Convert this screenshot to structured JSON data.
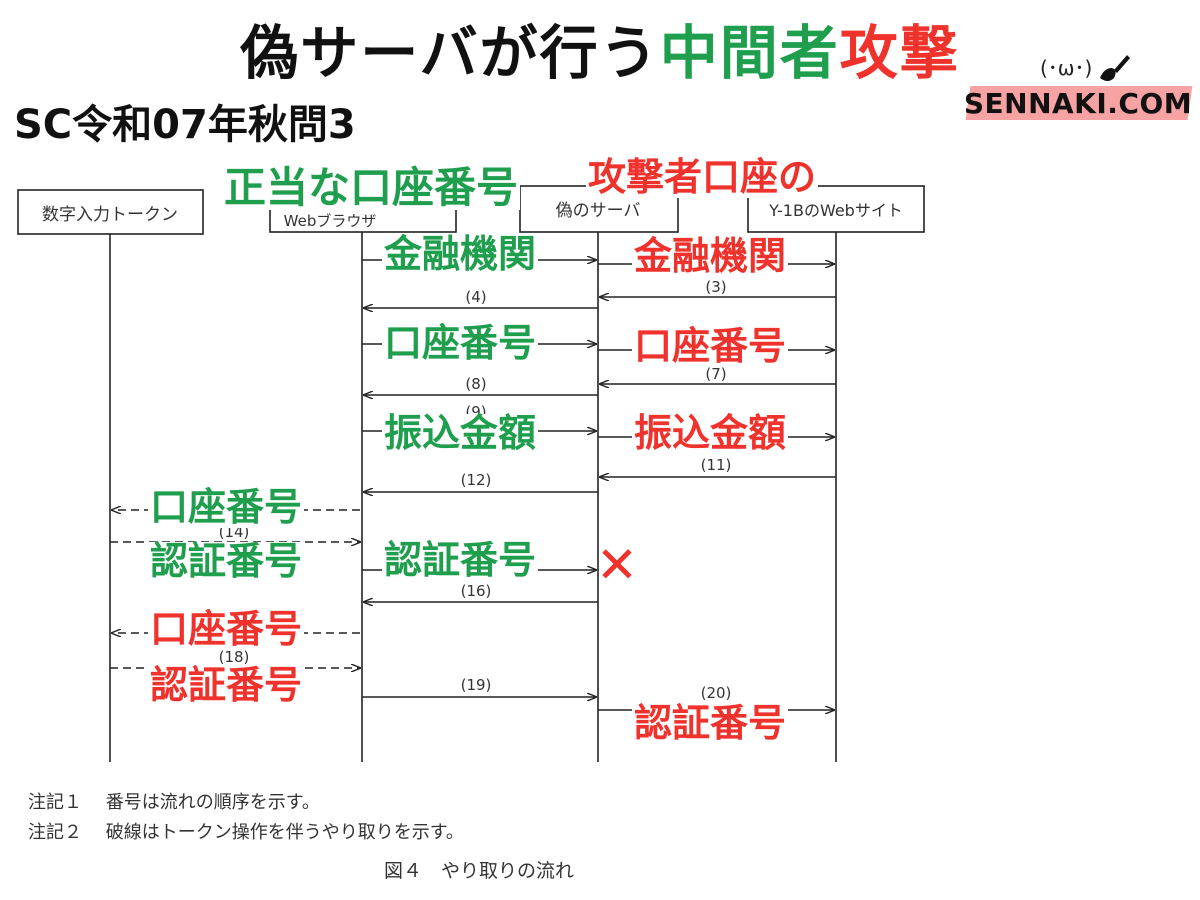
{
  "title": {
    "part1": "偽サーバが行う",
    "part2": "中間者",
    "part3": "攻撃"
  },
  "exam_label": "SC令和07年秋問3",
  "logo": {
    "text": "SENNAKI.COM",
    "face": "(･ω･)"
  },
  "colors": {
    "legit": "#1f9e4e",
    "attacker": "#f0322d",
    "logo_band": "#f7a3a3"
  },
  "lanes": [
    {
      "label": "数字入力トークン"
    },
    {
      "label": "Webブラウザ"
    },
    {
      "label": "偽のサーバ"
    },
    {
      "label": "Y-1BのWebサイト"
    }
  ],
  "messages": [
    {
      "label": "(3)"
    },
    {
      "label": "(4)"
    },
    {
      "label": "(7)"
    },
    {
      "label": "(8)"
    },
    {
      "label": "(9)"
    },
    {
      "label": "(11)"
    },
    {
      "label": "(12)"
    },
    {
      "label": "(14)"
    },
    {
      "label": "(16)"
    },
    {
      "label": "(18)"
    },
    {
      "label": "(19)"
    },
    {
      "label": "(20)"
    }
  ],
  "overlays": {
    "legit_account_number": "正当な口座番号",
    "attacker_account": "攻撃者口座の",
    "bank_green": "金融機関",
    "bank_red": "金融機関",
    "account_no_green": "口座番号",
    "account_no_red": "口座番号",
    "amount_green": "振込金額",
    "amount_red": "振込金額",
    "token_account_green": "口座番号",
    "token_auth_green": "認証番号",
    "browser_auth_green": "認証番号",
    "blocked_mark": "✕",
    "token_account_red": "口座番号",
    "token_auth_red": "認証番号",
    "server_auth_red": "認証番号"
  },
  "notes": {
    "note1_label": "注記１",
    "note1_text": "番号は流れの順序を示す。",
    "note2_label": "注記２",
    "note2_text": "破線はトークン操作を伴うやり取りを示す。",
    "figure_caption": "図４　やり取りの流れ"
  }
}
